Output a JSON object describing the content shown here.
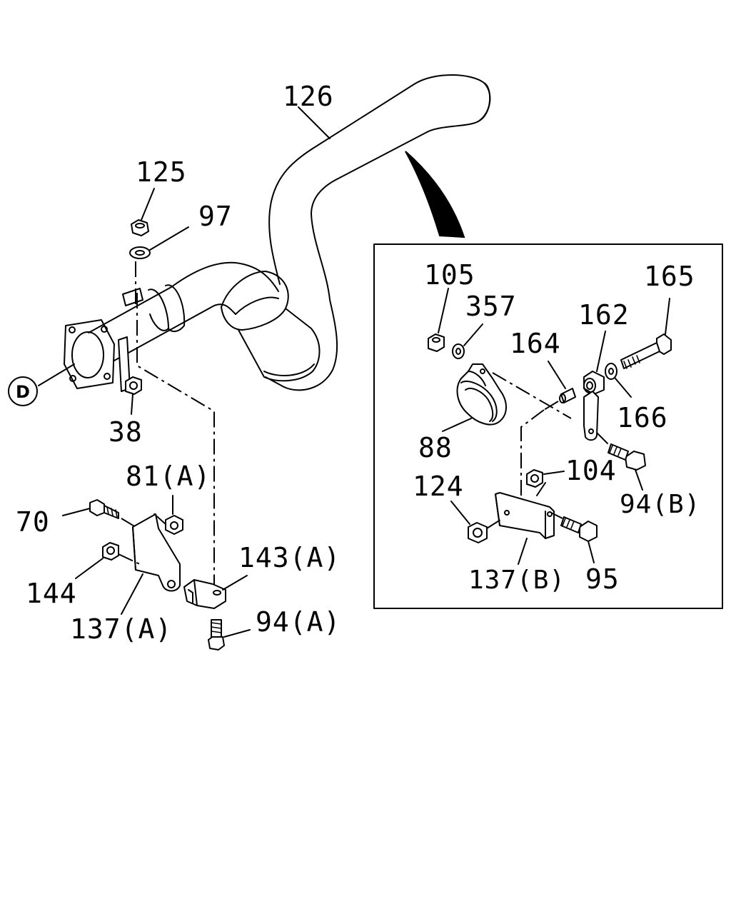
{
  "diagram": {
    "detail_marker": "D",
    "labels": {
      "p126": "126",
      "p125": "125",
      "p97": "97",
      "p38": "38",
      "p81a": "81(A)",
      "p70": "70",
      "p144": "144",
      "p137a": "137(A)",
      "p143a": "143(A)",
      "p94a": "94(A)",
      "p105": "105",
      "p357": "357",
      "p164": "164",
      "p162": "162",
      "p165": "165",
      "p166": "166",
      "p88": "88",
      "p104": "104",
      "p124": "124",
      "p94b": "94(B)",
      "p137b": "137(B)",
      "p95": "95"
    }
  }
}
